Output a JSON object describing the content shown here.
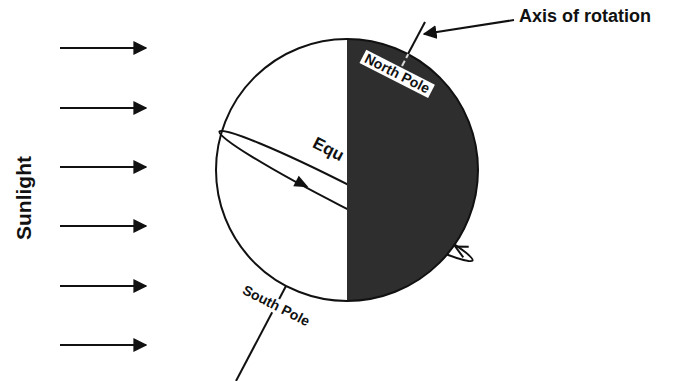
{
  "diagram": {
    "labels": [
      "Axis of rotation",
      "North Pole",
      "Equ",
      "South Pole",
      "Sunlight"
    ]
  }
}
